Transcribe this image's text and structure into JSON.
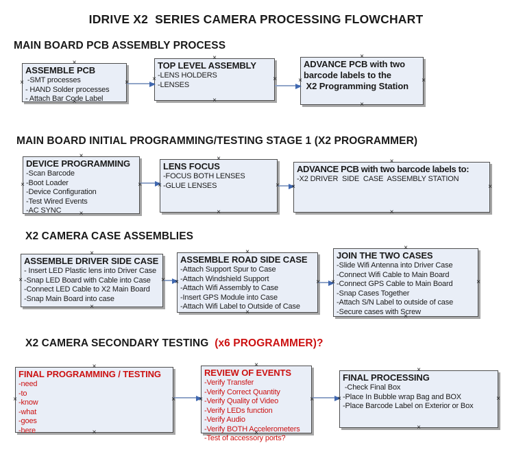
{
  "title": "IDRIVE X2  SERIES CAMERA PROCESSING FLOWCHART",
  "colors": {
    "box_fill": "#e9eef7",
    "box_border": "#4d4d4d",
    "box_shadow": "#a6a6a6",
    "arrow_line": "#90a4c8",
    "arrow_head": "#4068b0",
    "red": "#cc1111",
    "ink": "#1a1a1a"
  },
  "sections": [
    {
      "header": "MAIN BOARD PCB ASSEMBLY PROCESS",
      "boxes": [
        {
          "title": "ASSEMBLE PCB",
          "items": [
            " -SMT processes",
            "- HAND Solder processes",
            "- Attach Bar Code Label"
          ]
        },
        {
          "title": "TOP LEVEL ASSEMBLY",
          "items": [
            "-LENS HOLDERS",
            "-LENSES"
          ]
        },
        {
          "title": "ADVANCE PCB with two\nbarcode labels to the\n X2 Programming Station",
          "items": []
        }
      ]
    },
    {
      "header": "MAIN BOARD INITIAL PROGRAMMING/TESTING STAGE 1 (X2 PROGRAMMER)",
      "boxes": [
        {
          "title": "DEVICE PROGRAMMING",
          "items": [
            "-Scan Barcode",
            "-Boot Loader",
            "-Device Configuration",
            "-Test Wired Events",
            "-AC SYNC"
          ]
        },
        {
          "title": "LENS FOCUS",
          "items": [
            "-FOCUS BOTH LENSES",
            "-GLUE LENSES"
          ]
        },
        {
          "title": "ADVANCE PCB with two barcode labels to:",
          "items": [
            "-X2 DRIVER  SIDE  CASE  ASSEMBLY STATION"
          ]
        }
      ]
    },
    {
      "header": "X2 CAMERA CASE ASSEMBLIES",
      "boxes": [
        {
          "title": "ASSEMBLE DRIVER SIDE CASE",
          "items": [
            "- Insert LED Plastic lens into Driver Case",
            "-Snap LED Board with Cable into Case",
            "-Connect LED Cable to X2 Main Board",
            "-Snap Main Board into case"
          ]
        },
        {
          "title": "ASSEMBLE ROAD SIDE CASE",
          "items": [
            "-Attach Support Spur to Case",
            "-Attach Windshield Support",
            "-Attach Wifi Assembly to Case",
            "-Insert GPS Module into Case",
            "-Attach Wifi Label to Outside of Case"
          ]
        },
        {
          "title": "JOIN THE TWO CASES",
          "items": [
            "-Slide Wifi Antenna into Driver Case",
            "-Connect Wifi Cable to Main Board",
            "-Connect GPS Cable to Main Board",
            "-Snap Cases Together",
            "-Attach S/N Label to outside of case",
            "-Secure cases with Screw"
          ]
        }
      ]
    },
    {
      "header": "X2 CAMERA SECONDARY TESTING ",
      "header_accent": " (x6 PROGRAMMER)?",
      "boxes": [
        {
          "title": "FINAL PROGRAMMING / TESTING",
          "items": [
            "-need",
            "-to",
            "-know",
            "-what",
            "-goes",
            "-here"
          ]
        },
        {
          "title": "REVIEW OF EVENTS",
          "items": [
            "-Verify Transfer",
            "-Verify Correct Quantity",
            "-Verify Quality of Video",
            "-Verify LEDs function",
            "-Verify Audio",
            "-Verify BOTH Accelerometers",
            "-Test of accessory ports?"
          ]
        },
        {
          "title": "FINAL PROCESSING",
          "items": [
            " -Check Final Box",
            "-Place In Bubble wrap Bag and BOX",
            "-Place Barcode Label on Exterior or Box"
          ]
        }
      ]
    }
  ]
}
